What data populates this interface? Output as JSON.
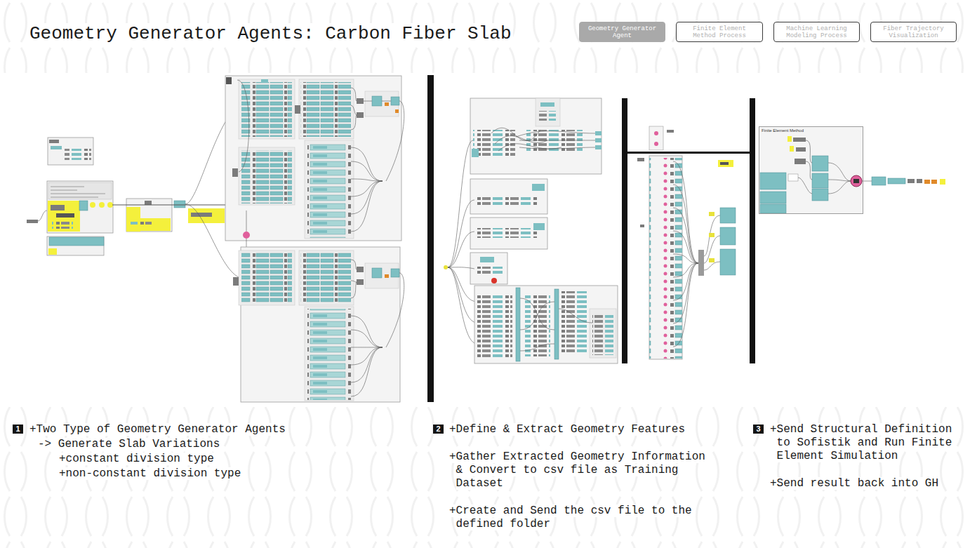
{
  "diagram": {
    "title": "Geometry Generator Agents: Carbon Fiber Slab",
    "nodes": [
      {
        "text": [
          "Geometry Generator Agent"
        ]
      },
      {
        "text": [
          "Finite Element Method Process"
        ]
      },
      {
        "text": [
          "Machine Learning Modeling Process"
        ]
      },
      {
        "text": [
          "Fiber Trajectory Visualization"
        ]
      },
      {
        "text": [
          "Finite Element Method"
        ]
      },
      {
        "text": [
          "1"
        ]
      },
      {
        "text": [
          "2"
        ]
      },
      {
        "text": [
          "3"
        ]
      }
    ],
    "labels": [
      "+Two Type of Geometry Generator Agents",
      "-> Generate Slab Variations",
      "+constant division type",
      "+non-constant division type",
      "+Define & Extract Geometry Features",
      "+Gather Extracted Geometry Information & Convert to csv file as Training Dataset",
      "+Create and Send the csv file to the defined folder",
      "+Send Structural Definition to Sofistik and Run Finite Element Simulation",
      "+Send result back into GH"
    ]
  }
}
